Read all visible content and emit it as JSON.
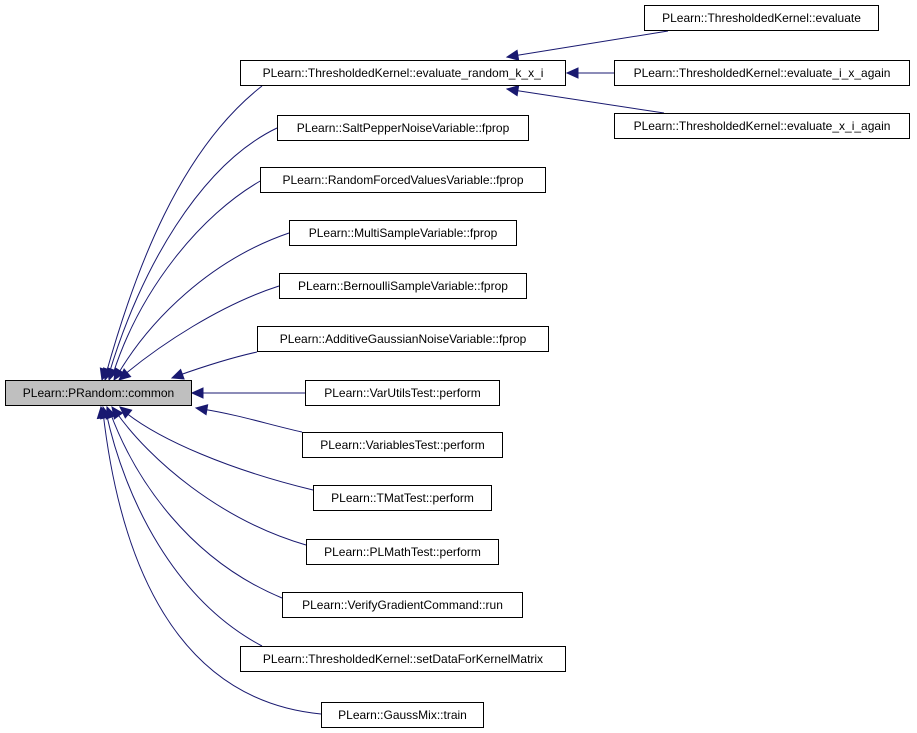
{
  "focus": {
    "label": "PLearn::PRandom::common"
  },
  "callers": [
    {
      "id": "evaluate_random_k_x_i",
      "label": "PLearn::ThresholdedKernel::evaluate_random_k_x_i"
    },
    {
      "id": "saltpepper",
      "label": "PLearn::SaltPepperNoiseVariable::fprop"
    },
    {
      "id": "randomforced",
      "label": "PLearn::RandomForcedValuesVariable::fprop"
    },
    {
      "id": "multisample",
      "label": "PLearn::MultiSampleVariable::fprop"
    },
    {
      "id": "bernoulli",
      "label": "PLearn::BernoulliSampleVariable::fprop"
    },
    {
      "id": "additivegaussian",
      "label": "PLearn::AdditiveGaussianNoiseVariable::fprop"
    },
    {
      "id": "varutilstest",
      "label": "PLearn::VarUtilsTest::perform"
    },
    {
      "id": "variablestest",
      "label": "PLearn::VariablesTest::perform"
    },
    {
      "id": "tmattest",
      "label": "PLearn::TMatTest::perform"
    },
    {
      "id": "plmathtest",
      "label": "PLearn::PLMathTest::perform"
    },
    {
      "id": "verifygradient",
      "label": "PLearn::VerifyGradientCommand::run"
    },
    {
      "id": "setdataforkernel",
      "label": "PLearn::ThresholdedKernel::setDataForKernelMatrix"
    },
    {
      "id": "gaussmix",
      "label": "PLearn::GaussMix::train"
    }
  ],
  "second_level": [
    {
      "id": "evaluate",
      "label": "PLearn::ThresholdedKernel::evaluate"
    },
    {
      "id": "evaluate_i_x_again",
      "label": "PLearn::ThresholdedKernel::evaluate_i_x_again"
    },
    {
      "id": "evaluate_x_i_again",
      "label": "PLearn::ThresholdedKernel::evaluate_x_i_again"
    }
  ],
  "colors": {
    "edge": "#191970",
    "focus_fill": "#bfbfbf",
    "node_border": "#000000"
  }
}
